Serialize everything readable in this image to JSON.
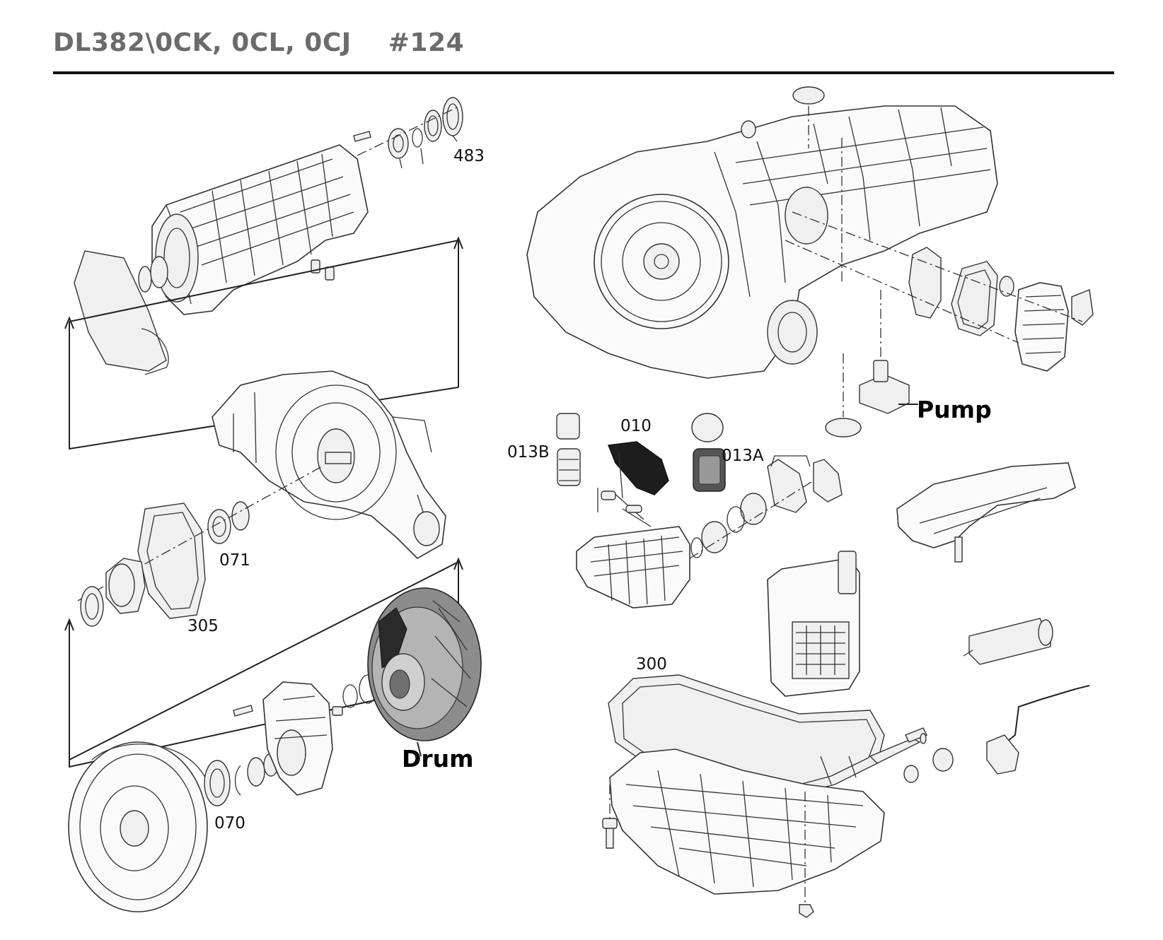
{
  "header": {
    "title": "DL382\\0CK, 0CL, 0CJ    #124"
  },
  "labels": {
    "l483": "483",
    "l071": "071",
    "l305": "305",
    "l070": "070",
    "l010": "010",
    "l013b": "013B",
    "l013a": "013A",
    "l300": "300",
    "pump": "Pump",
    "drum": "Drum"
  }
}
